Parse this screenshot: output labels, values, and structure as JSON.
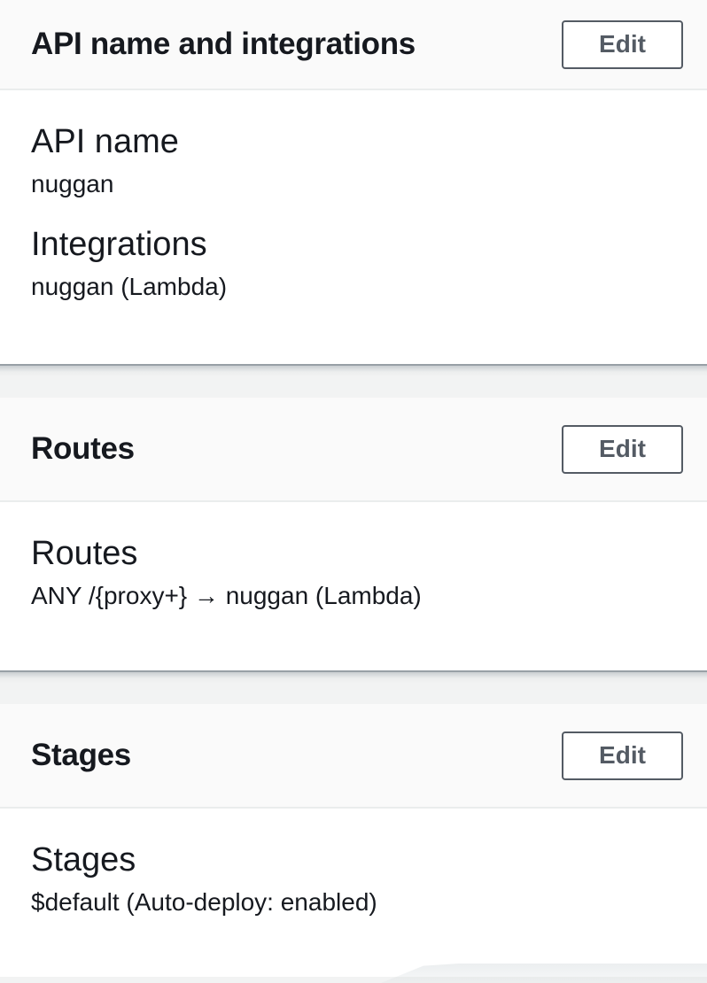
{
  "page": {
    "background_color": "#f2f3f3",
    "card_background": "#ffffff",
    "header_background": "#fafafa",
    "divider_color": "#eaeded",
    "card_edge_color": "#98a0a6",
    "text_color": "#16191f",
    "button_border_color": "#545b64",
    "button_text_color": "#545b64"
  },
  "sections": [
    {
      "title": "API name and integrations",
      "edit_label": "Edit",
      "fields": [
        {
          "label": "API name",
          "value": "nuggan"
        },
        {
          "label": "Integrations",
          "value": "nuggan (Lambda)"
        }
      ]
    },
    {
      "title": "Routes",
      "edit_label": "Edit",
      "fields": [
        {
          "label": "Routes",
          "value": "ANY /{proxy+} → nuggan (Lambda)"
        }
      ]
    },
    {
      "title": "Stages",
      "edit_label": "Edit",
      "fields": [
        {
          "label": "Stages",
          "value": "$default (Auto-deploy: enabled)"
        }
      ]
    }
  ]
}
